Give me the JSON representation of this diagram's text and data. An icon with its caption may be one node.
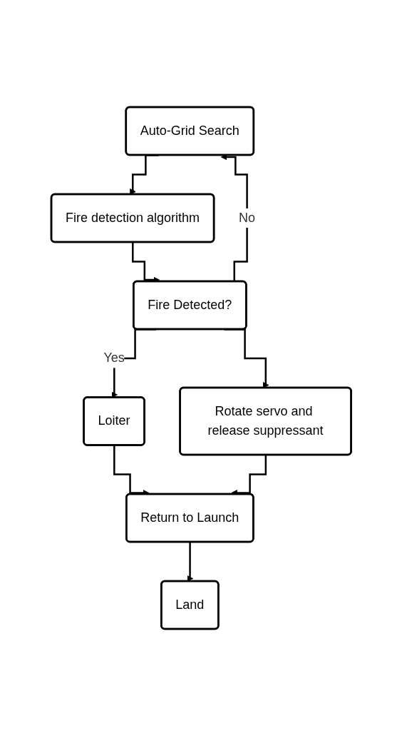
{
  "diagram": {
    "nodes": [
      {
        "text": [
          "Auto-Grid Search"
        ]
      },
      {
        "text": [
          "Fire detection algorithm"
        ]
      },
      {
        "text": [
          "Fire Detected?"
        ]
      },
      {
        "text": [
          "Loiter"
        ]
      },
      {
        "text": [
          "Rotate servo and release suppressant"
        ]
      },
      {
        "text": [
          "Return to Launch"
        ]
      },
      {
        "text": [
          "Land"
        ]
      }
    ],
    "edges": [
      {
        "from": 0,
        "to": 1,
        "arrow": "to"
      },
      {
        "from": 1,
        "to": 2,
        "arrow": "to"
      },
      {
        "from": 2,
        "to": 0,
        "label": "No",
        "arrow": "to"
      },
      {
        "from": 2,
        "to": 3,
        "label": "Yes",
        "arrow": "to"
      },
      {
        "from": 2,
        "to": 4,
        "arrow": "to"
      },
      {
        "from": 3,
        "to": 5,
        "arrow": "to"
      },
      {
        "from": 4,
        "to": 5,
        "arrow": "to"
      },
      {
        "from": 5,
        "to": 6,
        "arrow": "to"
      }
    ]
  }
}
